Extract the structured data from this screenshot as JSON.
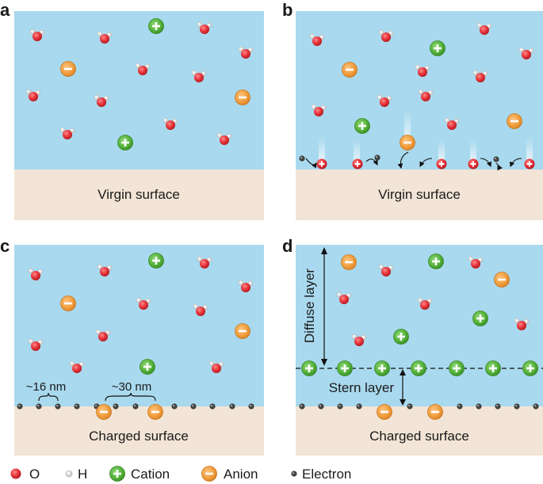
{
  "panels": {
    "a": {
      "letter": "a",
      "surface_label": "Virgin surface"
    },
    "b": {
      "letter": "b",
      "surface_label": "Virgin surface"
    },
    "c": {
      "letter": "c",
      "surface_label": "Charged surface",
      "spacing_small": "~16 nm",
      "spacing_large": "~30 nm"
    },
    "d": {
      "letter": "d",
      "surface_label": "Charged surface",
      "diffuse_label": "Diffuse layer",
      "stern_label": "Stern layer"
    }
  },
  "legend": [
    {
      "symbol": "oxygen",
      "label": "O"
    },
    {
      "symbol": "hydrogen",
      "label": "H"
    },
    {
      "symbol": "cation",
      "label": "Cation"
    },
    {
      "symbol": "anion",
      "label": "Anion"
    },
    {
      "symbol": "electron",
      "label": "Electron"
    }
  ],
  "colors": {
    "water": "#a9d9ee",
    "substrate": "#f2e4d6",
    "oxygen": "#e8363c",
    "hydrogen": "#e6e6e6",
    "cation": "#5fbb46",
    "anion": "#f0a043",
    "electron": "#555555"
  }
}
